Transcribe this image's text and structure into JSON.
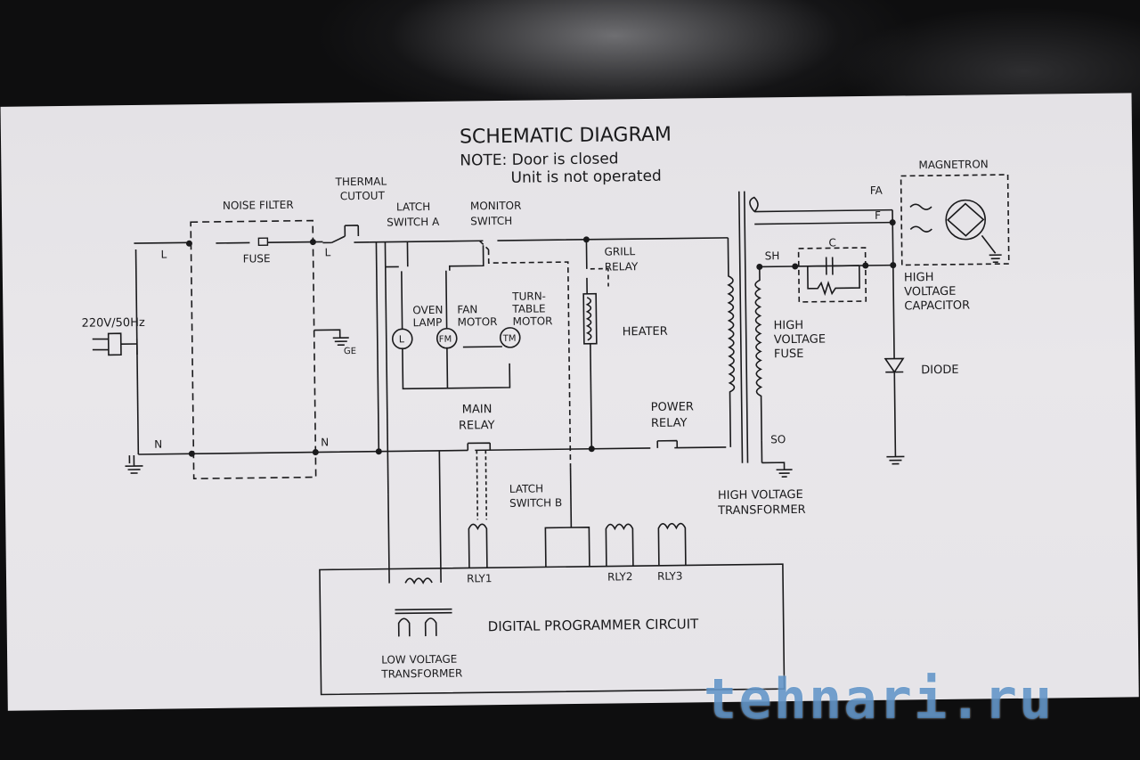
{
  "title": "SCHEMATIC DIAGRAM",
  "note_line1": "NOTE: Door is closed",
  "note_line2": "Unit is not operated",
  "labels": {
    "supply": "220V/50Hz",
    "noise_filter": "NOISE FILTER",
    "fuse": "FUSE",
    "L": "L",
    "N": "N",
    "ge": "GE",
    "thermal1": "THERMAL",
    "thermal2": "CUTOUT",
    "latchA1": "LATCH",
    "latchA2": "SWITCH A",
    "monitor1": "MONITOR",
    "monitor2": "SWITCH",
    "grill1": "GRILL",
    "grill2": "RELAY",
    "oven1": "OVEN",
    "oven2": "LAMP",
    "fan1": "FAN",
    "fan2": "MOTOR",
    "turn1": "TURN-",
    "turn2": "TABLE",
    "turn3": "MOTOR",
    "lamp_sym": "L",
    "fm_sym": "FM",
    "tm_sym": "TM",
    "heater": "HEATER",
    "main1": "MAIN",
    "main2": "RELAY",
    "power1": "POWER",
    "power2": "RELAY",
    "latchB1": "LATCH",
    "latchB2": "SWITCH B",
    "hvt1": "HIGH VOLTAGE",
    "hvt2": "TRANSFORMER",
    "magnetron": "MAGNETRON",
    "fa": "FA",
    "f": "F",
    "sh": "SH",
    "so": "SO",
    "c": "C",
    "hvc1": "HIGH",
    "hvc2": "VOLTAGE",
    "hvc3": "CAPACITOR",
    "hvf1": "HIGH",
    "hvf2": "VOLTAGE",
    "hvf3": "FUSE",
    "diode": "DIODE",
    "rly1": "RLY1",
    "rly2": "RLY2",
    "rly3": "RLY3",
    "dpc": "DIGITAL PROGRAMMER CIRCUIT",
    "lvt1": "LOW VOLTAGE",
    "lvt2": "TRANSFORMER"
  },
  "watermark": "tehnari.ru",
  "colors": {
    "ink": "#1a1a1c",
    "sticker": "#e8e6ea",
    "background": "#0e0e0f",
    "watermark": "#4682be"
  }
}
